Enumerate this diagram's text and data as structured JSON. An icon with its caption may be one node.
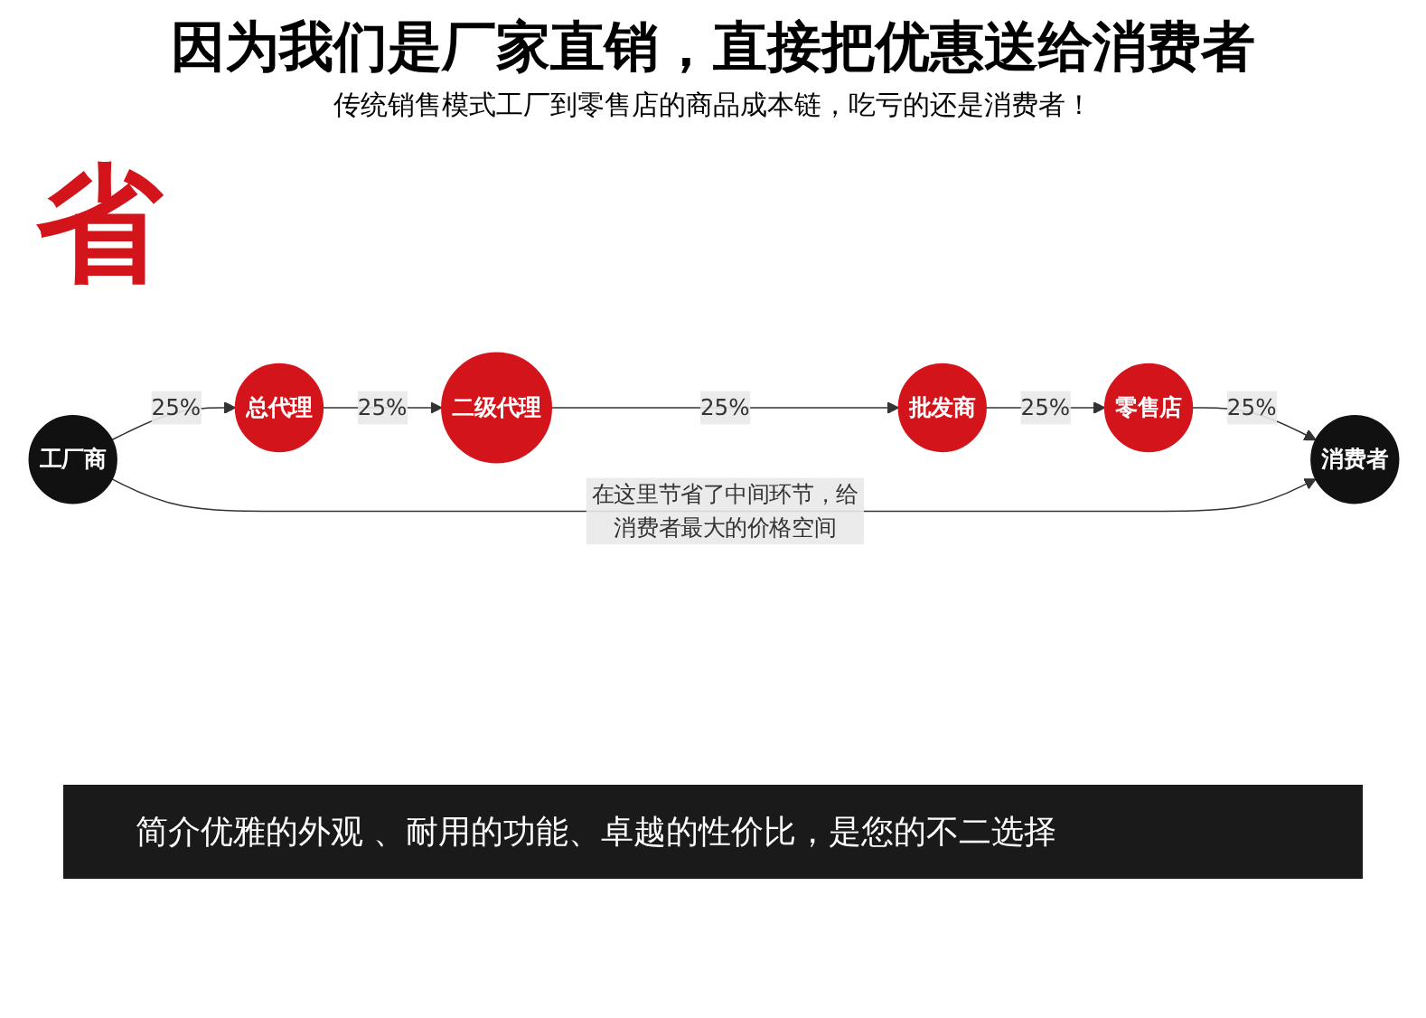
{
  "diagram": {
    "title": "因为我们是厂家直销，直接把优惠送给消费者",
    "caption": "简介优雅的外观 、耐用的功能、卓越的性价比，是您的不二选择",
    "nodes": [
      {
        "text": [
          "工厂商"
        ]
      },
      {
        "text": [
          "总代理"
        ]
      },
      {
        "text": [
          "二级代理"
        ]
      },
      {
        "text": [
          "批发商"
        ]
      },
      {
        "text": [
          "零售店"
        ]
      },
      {
        "text": [
          "消费者"
        ]
      }
    ],
    "edges": [
      {
        "from": 0,
        "to": 1,
        "arrow": "to",
        "label": "25%"
      },
      {
        "from": 1,
        "to": 2,
        "arrow": "to",
        "label": "25%"
      },
      {
        "from": 2,
        "to": 3,
        "arrow": "to",
        "label": "25%"
      },
      {
        "from": 3,
        "to": 4,
        "arrow": "to",
        "label": "25%"
      },
      {
        "from": 4,
        "to": 5,
        "arrow": "to",
        "label": "25%"
      },
      {
        "from": 0,
        "to": 5,
        "arrow": "to",
        "label": "在这里节省了中间环节，给消费者最大的价格空间"
      }
    ],
    "labels": [
      "传统销售模式工厂到零售店的商品成本链，吃亏的还是消费者！",
      "省"
    ]
  }
}
